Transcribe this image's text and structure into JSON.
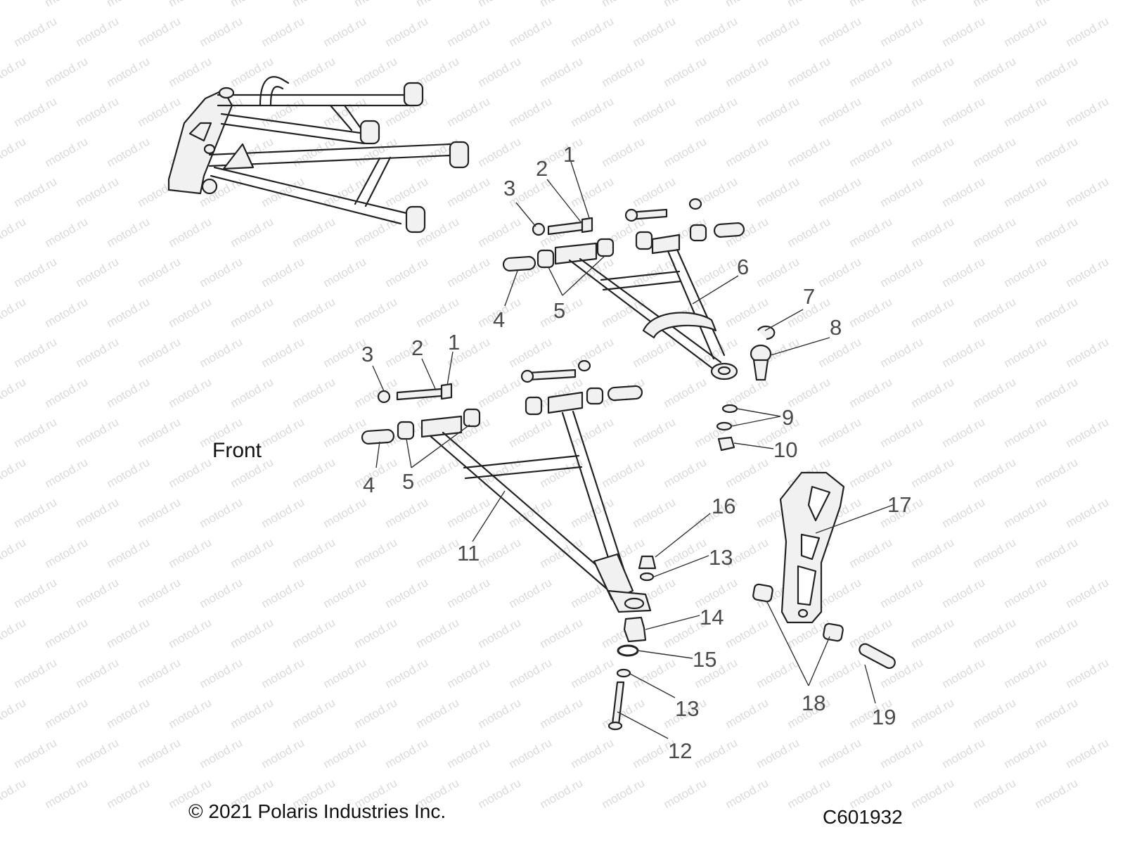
{
  "labels": {
    "front": "Front",
    "copyright": "© 2021 Polaris Industries Inc.",
    "drawing_code": "C601932",
    "watermark": "motod.ru"
  },
  "callouts": [
    {
      "id": "1-upper",
      "text": "1"
    },
    {
      "id": "2-upper",
      "text": "2"
    },
    {
      "id": "3-upper",
      "text": "3"
    },
    {
      "id": "4-upper",
      "text": "4"
    },
    {
      "id": "5-upper",
      "text": "5"
    },
    {
      "id": "6",
      "text": "6"
    },
    {
      "id": "7",
      "text": "7"
    },
    {
      "id": "8",
      "text": "8"
    },
    {
      "id": "1-lower",
      "text": "1"
    },
    {
      "id": "2-lower",
      "text": "2"
    },
    {
      "id": "3-lower",
      "text": "3"
    },
    {
      "id": "4-lower",
      "text": "4"
    },
    {
      "id": "5-lower",
      "text": "5"
    },
    {
      "id": "9",
      "text": "9"
    },
    {
      "id": "10",
      "text": "10"
    },
    {
      "id": "11",
      "text": "11"
    },
    {
      "id": "16",
      "text": "16"
    },
    {
      "id": "13-upper",
      "text": "13"
    },
    {
      "id": "17",
      "text": "17"
    },
    {
      "id": "14",
      "text": "14"
    },
    {
      "id": "15",
      "text": "15"
    },
    {
      "id": "13-lower",
      "text": "13"
    },
    {
      "id": "12",
      "text": "12"
    },
    {
      "id": "18",
      "text": "18"
    },
    {
      "id": "19",
      "text": "19"
    }
  ]
}
